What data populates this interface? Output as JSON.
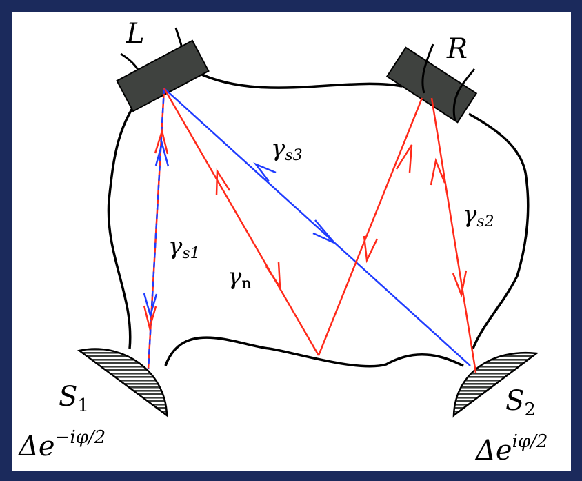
{
  "labels": {
    "lead_left": "L",
    "lead_right": "R",
    "sc1_symbol": "S",
    "sc1_sub": "1",
    "sc2_symbol": "S",
    "sc2_sub": "2",
    "gap1_base": "Δe",
    "gap1_exp": "−iφ/2",
    "gap2_base": "Δe",
    "gap2_exp": "iφ/2",
    "gamma_s1": "γ",
    "gamma_s1_sub": "s1",
    "gamma_s2": "γ",
    "gamma_s2_sub": "s2",
    "gamma_s3": "γ",
    "gamma_s3_sub": "s3",
    "gamma_n": "γ",
    "gamma_n_sub": "n"
  },
  "colors": {
    "frame": "#1b2a5c",
    "panel": "#ffffff",
    "outline": "#000000",
    "lead_fill": "#3f423f",
    "hatch": "#3a3d3a",
    "red_path": "#ff2a1a",
    "blue_path": "#1f3cff"
  }
}
